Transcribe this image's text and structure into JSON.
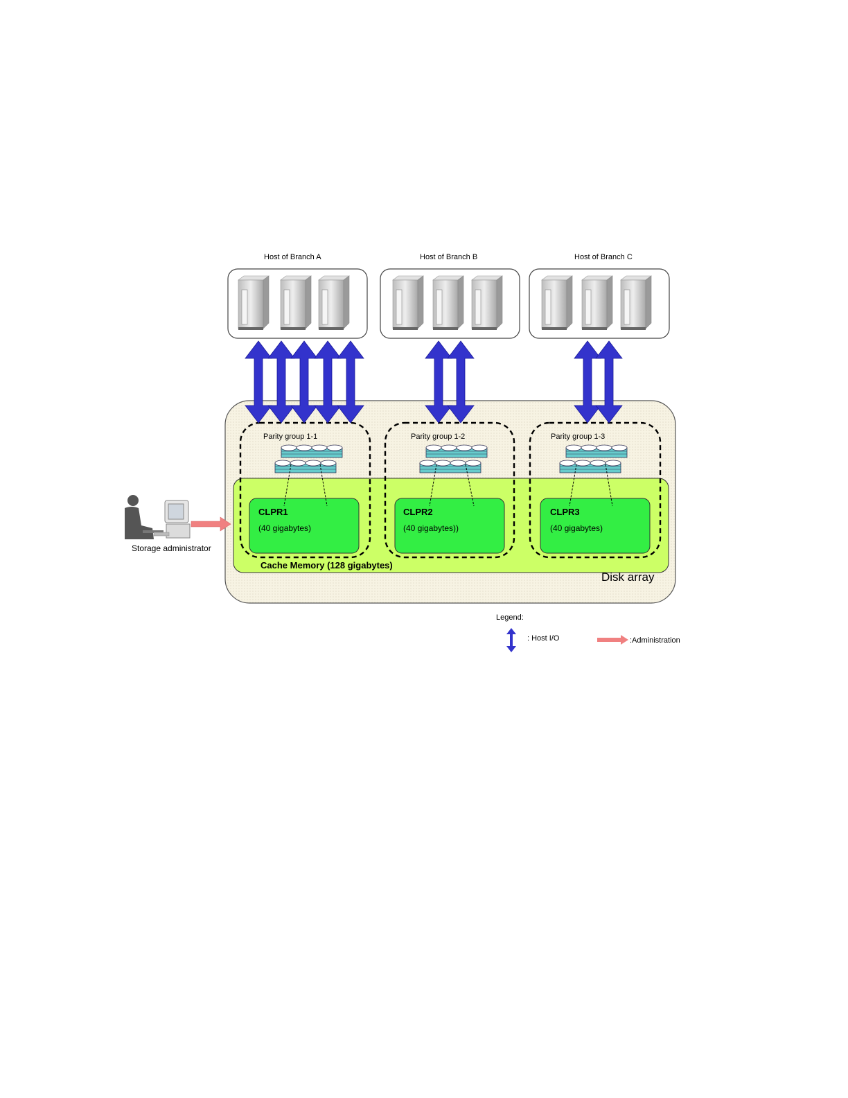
{
  "hosts": [
    {
      "label": "Host of Branch A"
    },
    {
      "label": "Host of Branch B"
    },
    {
      "label": "Host of Branch C"
    }
  ],
  "parity_groups": [
    {
      "label": "Parity group 1-1"
    },
    {
      "label": "Parity group 1-2"
    },
    {
      "label": "Parity group 1-3"
    }
  ],
  "clprs": [
    {
      "name": "CLPR1",
      "size": "(40 gigabytes)"
    },
    {
      "name": "CLPR2",
      "size": "(40 gigabytes))"
    },
    {
      "name": "CLPR3",
      "size": "(40 gigabytes)"
    }
  ],
  "cache_memory": {
    "label": "Cache Memory (128 gigabytes)"
  },
  "disk_array": {
    "label": "Disk array"
  },
  "admin": {
    "label": "Storage administrator"
  },
  "legend": {
    "title": "Legend:",
    "host_io": ": Host I/O",
    "administration": ":Administration"
  },
  "colors": {
    "host_io_arrow": "#3333cc",
    "admin_arrow": "#f08080",
    "cache_memory": "#ccff66",
    "clpr": "#33ee44",
    "disk_array": "#f7f3e3",
    "disk_stripe": "#66cccc"
  }
}
